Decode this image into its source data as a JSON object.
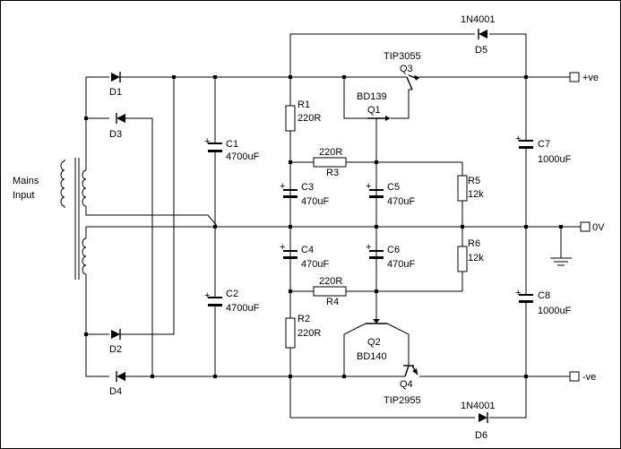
{
  "labels": {
    "mains_input_line1": "Mains",
    "mains_input_line2": "Input",
    "d1": "D1",
    "d2": "D2",
    "d3": "D3",
    "d4": "D4",
    "d5": "D5",
    "d6": "D6",
    "d5_type": "1N4001",
    "d6_type": "1N4001",
    "c1": "C1",
    "c1_val": "4700uF",
    "c2": "C2",
    "c2_val": "4700uF",
    "c3": "C3",
    "c3_val": "470uF",
    "c4": "C4",
    "c4_val": "470uF",
    "c5": "C5",
    "c5_val": "470uF",
    "c6": "C6",
    "c6_val": "470uF",
    "c7": "C7",
    "c7_val": "1000uF",
    "c8": "C8",
    "c8_val": "1000uF",
    "r1": "R1",
    "r1_val": "220R",
    "r2": "R2",
    "r2_val": "220R",
    "r3": "R3",
    "r3_val": "220R",
    "r4": "R4",
    "r4_val": "220R",
    "r5": "R5",
    "r5_val": "12k",
    "r6": "R6",
    "r6_val": "12k",
    "q1": "Q1",
    "q1_type": "BD139",
    "q2": "Q2",
    "q2_type": "BD140",
    "q3": "Q3",
    "q3_type": "TIP3055",
    "q4": "Q4",
    "q4_type": "TIP2955",
    "out_pos": "+ve",
    "out_zero": "0V",
    "out_neg": "-ve",
    "plus": "+"
  }
}
